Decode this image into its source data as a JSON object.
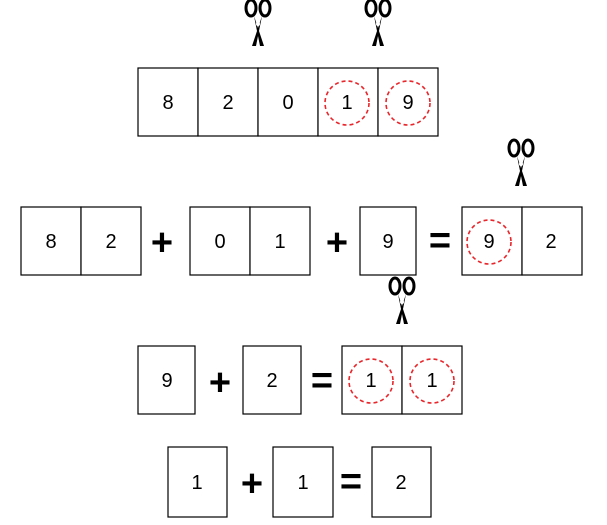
{
  "colors": {
    "ring": "#e8262b",
    "ink": "#000000"
  },
  "icons": {
    "cut_marker": "scissors-icon",
    "highlight": "dashed-circle"
  },
  "rows": [
    {
      "id": "row-1",
      "digits": [
        "8",
        "2",
        "0",
        "1",
        "9"
      ]
    },
    {
      "id": "row-2",
      "operands": [
        [
          "8",
          "2"
        ],
        [
          "0",
          "1"
        ],
        [
          "9"
        ]
      ],
      "plus": "+",
      "equals": "=",
      "result": [
        "9",
        "2"
      ]
    },
    {
      "id": "row-3",
      "operands": [
        [
          "9"
        ],
        [
          "2"
        ]
      ],
      "plus": "+",
      "equals": "=",
      "result": [
        "1",
        "1"
      ]
    },
    {
      "id": "row-4",
      "operands": [
        [
          "1"
        ],
        [
          "1"
        ]
      ],
      "plus": "+",
      "equals": "=",
      "result": [
        "2"
      ]
    }
  ]
}
